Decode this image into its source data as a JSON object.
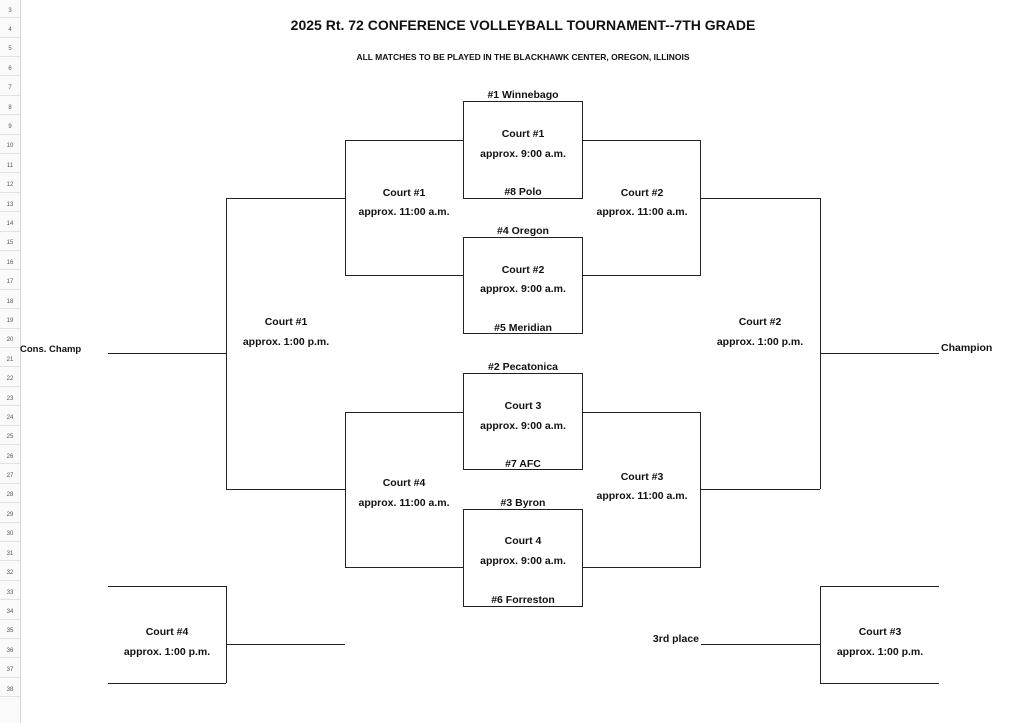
{
  "header": {
    "title": "2025 Rt. 72 CONFERENCE VOLLEYBALL TOURNAMENT--7TH GRADE",
    "subtitle": "ALL MATCHES TO BE PLAYED IN THE BLACKHAWK CENTER, OREGON, ILLINOIS"
  },
  "row_numbers": [
    "3",
    "4",
    "5",
    "6",
    "7",
    "8",
    "9",
    "10",
    "11",
    "12",
    "13",
    "14",
    "15",
    "16",
    "17",
    "18",
    "19",
    "20",
    "21",
    "22",
    "23",
    "24",
    "25",
    "26",
    "27",
    "28",
    "29",
    "30",
    "31",
    "32",
    "33",
    "34",
    "35",
    "36",
    "37",
    "38"
  ],
  "teams": {
    "seed1": "#1 Winnebago",
    "seed8": "#8 Polo",
    "seed4": "#4 Oregon",
    "seed5": "#5 Meridian",
    "seed2": "#2 Pecatonica",
    "seed7": "#7 AFC",
    "seed3": "#3 Byron",
    "seed6": "#6 Forreston"
  },
  "matches": {
    "qf1": {
      "court": "Court #1",
      "time": "approx. 9:00 a.m."
    },
    "qf2": {
      "court": "Court #2",
      "time": "approx. 9:00 a.m."
    },
    "qf3": {
      "court": "Court 3",
      "time": "approx. 9:00 a.m."
    },
    "qf4": {
      "court": "Court 4",
      "time": "approx. 9:00 a.m."
    },
    "cons_semi_top": {
      "court": "Court #1",
      "time": "approx. 11:00 a.m."
    },
    "cons_semi_bottom": {
      "court": "Court #4",
      "time": "approx. 11:00 a.m."
    },
    "semi_top": {
      "court": "Court #2",
      "time": "approx. 11:00 a.m."
    },
    "semi_bottom": {
      "court": "Court #3",
      "time": "approx. 11:00 a.m."
    },
    "cons_final": {
      "court": "Court #1",
      "time": "approx. 1:00 p.m."
    },
    "final": {
      "court": "Court #2",
      "time": "approx. 1:00 p.m."
    },
    "left_bottom": {
      "court": "Court #4",
      "time": "approx. 1:00 p.m."
    },
    "third_place_match": {
      "court": "Court #3",
      "time": "approx. 1:00 p.m."
    }
  },
  "labels": {
    "cons_champ": "Cons. Champ",
    "champion": "Champion",
    "third_place": "3rd place"
  }
}
